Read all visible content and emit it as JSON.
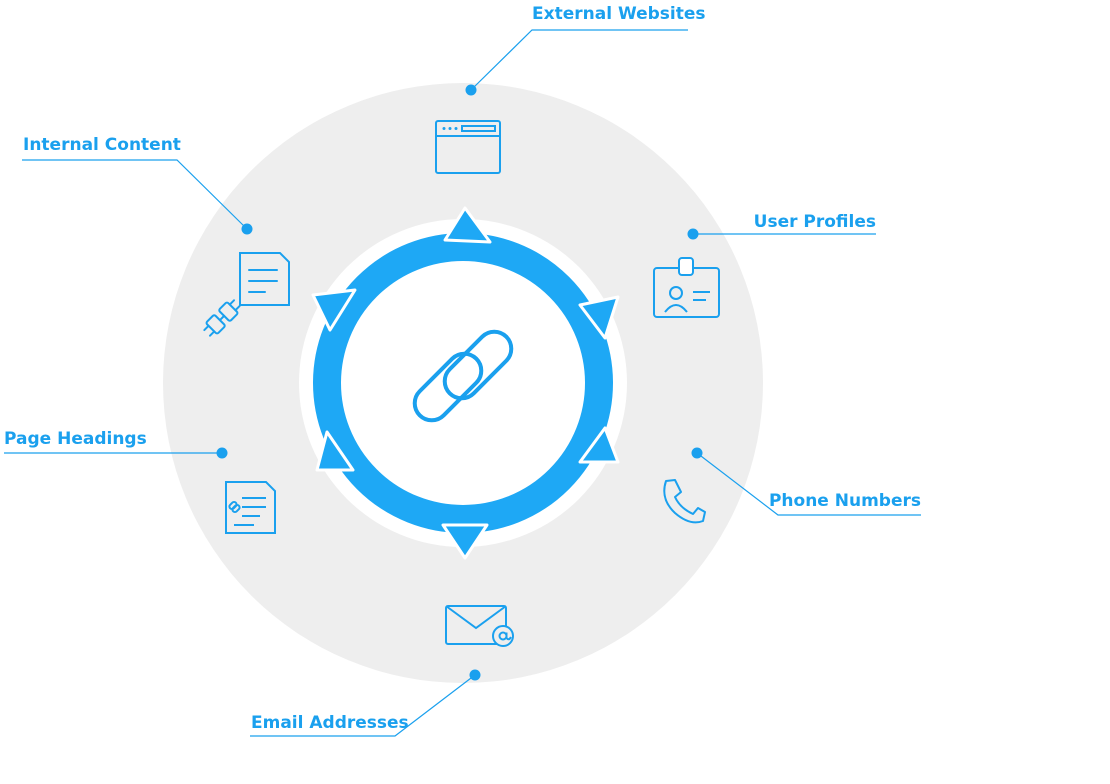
{
  "colors": {
    "accent": "#1aa0ee",
    "ring": "#1ea8f5",
    "outer_disc": "#eeeeee",
    "inner_disc": "#ffffff"
  },
  "center_icon": "link-chain-icon",
  "categories": [
    {
      "id": "external-websites",
      "label": "External Websites",
      "icon": "browser-window-icon"
    },
    {
      "id": "user-profiles",
      "label": "User Profiles",
      "icon": "id-badge-icon"
    },
    {
      "id": "phone-numbers",
      "label": "Phone Numbers",
      "icon": "phone-icon"
    },
    {
      "id": "email-addresses",
      "label": "Email Addresses",
      "icon": "email-at-icon"
    },
    {
      "id": "page-headings",
      "label": "Page Headings",
      "icon": "document-link-icon"
    },
    {
      "id": "internal-content",
      "label": "Internal Content",
      "icon": "document-plug-icon"
    }
  ]
}
